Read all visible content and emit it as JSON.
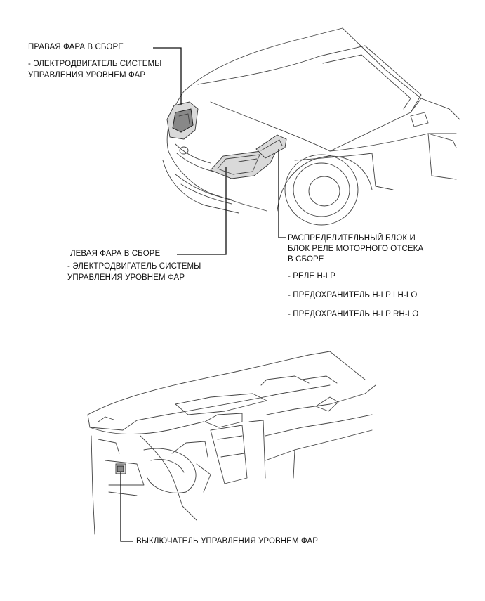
{
  "labels": {
    "right_headlamp": {
      "title": "ПРАВАЯ ФАРА В СБОРЕ",
      "items": [
        "- ЭЛЕКТРОДВИГАТЕЛЬ СИСТЕМЫ",
        "УПРАВЛЕНИЯ УРОВНЕМ ФАР"
      ]
    },
    "left_headlamp": {
      "title": "ЛЕВАЯ ФАРА В СБОРЕ",
      "items": [
        "- ЭЛЕКТРОДВИГАТЕЛЬ СИСТЕМЫ",
        "УПРАВЛЕНИЯ УРОВНЕМ ФАР"
      ]
    },
    "relay_block": {
      "title_lines": [
        "РАСПРЕДЕЛИТЕЛЬНЫЙ БЛОК И",
        "БЛОК РЕЛЕ МОТОРНОГО ОТСЕКА",
        "В СБОРЕ"
      ],
      "items": [
        "- РЕЛЕ H-LP",
        "- ПРЕДОХРАНИТЕЛЬ H-LP LH-LO",
        "- ПРЕДОХРАНИТЕЛЬ H-LP RH-LO"
      ]
    },
    "leveling_switch": {
      "title": "ВЫКЛЮЧАТЕЛЬ УПРАВЛЕНИЯ УРОВНЕМ ФАР"
    }
  }
}
